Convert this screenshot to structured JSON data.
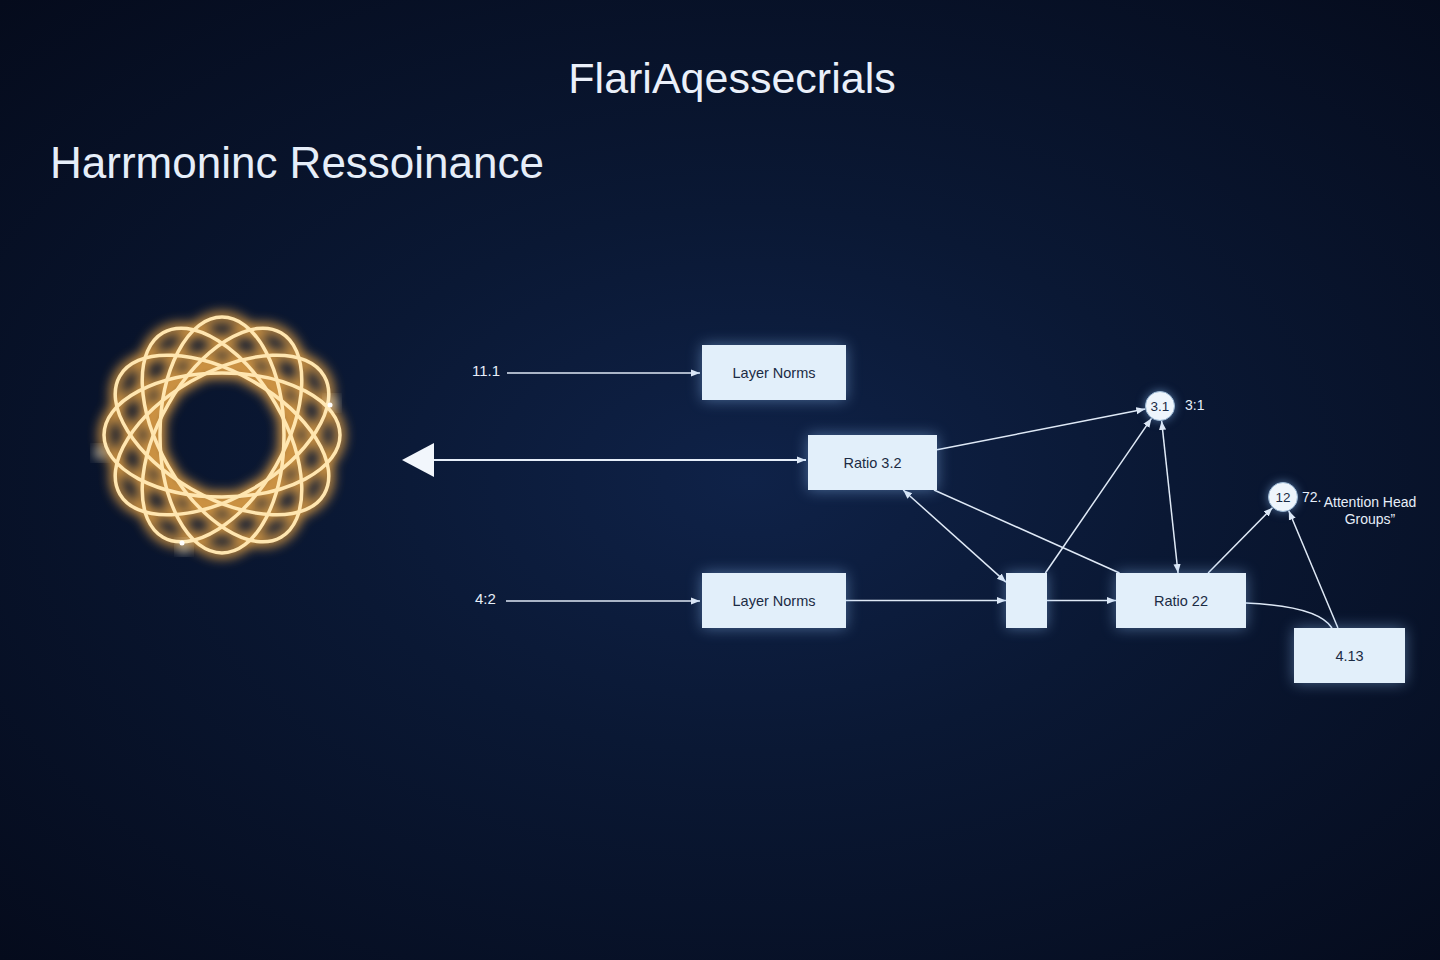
{
  "diagram": {
    "title": "FlariAqessecrials",
    "nodes": [
      {
        "text": [
          "Layer Norms"
        ]
      },
      {
        "text": [
          "Ratio 3.2"
        ]
      },
      {
        "text": [
          "3.1"
        ]
      },
      {
        "text": [
          "12"
        ]
      },
      {
        "text": [
          "Layer Norms"
        ]
      },
      {
        "text": []
      },
      {
        "text": [
          "Ratio 22"
        ]
      },
      {
        "text": [
          "4.13"
        ]
      }
    ],
    "edges": [
      {
        "from": 4,
        "to": 5,
        "arrow": "to"
      },
      {
        "from": 5,
        "to": 6,
        "arrow": "to"
      },
      {
        "from": 1,
        "to": 5,
        "arrow": "both"
      },
      {
        "from": 1,
        "to": 2,
        "arrow": "to"
      },
      {
        "from": 1,
        "to": 6,
        "arrow": "none"
      },
      {
        "from": 5,
        "to": 2,
        "arrow": "to"
      },
      {
        "from": 6,
        "to": 2,
        "arrow": "both"
      },
      {
        "from": 6,
        "to": 3,
        "arrow": "to"
      },
      {
        "from": 6,
        "to": 7,
        "arrow": "none"
      },
      {
        "from": 7,
        "to": 3,
        "arrow": "to"
      }
    ],
    "labels": [
      "Harrmoninc Ressoinance",
      "11.1",
      "4:2",
      "3:1",
      "72.",
      "Attention Head Groups”"
    ]
  }
}
